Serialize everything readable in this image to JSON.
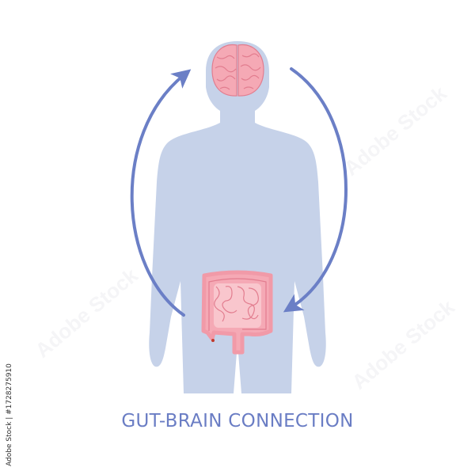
{
  "title": "GUT-BRAIN CONNECTION",
  "credit": "Adobe Stock | #1728275910",
  "watermark": "Adobe Stock",
  "colors": {
    "body": "#c6d2e9",
    "arrow": "#6b7fc6",
    "organ_fill": "#f5a9b5",
    "organ_outline": "#e27d8f",
    "organ_inner": "#f9c6cd",
    "text": "#6a7dc4"
  }
}
